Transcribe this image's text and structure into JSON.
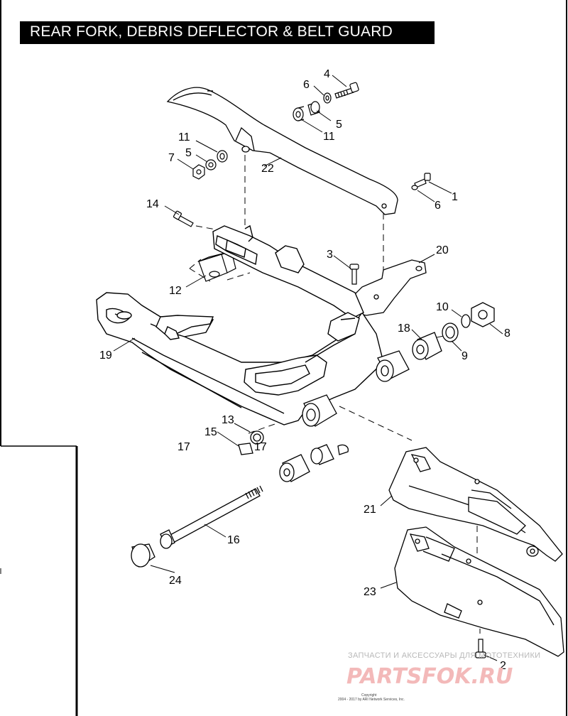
{
  "title": "REAR FORK, DEBRIS DEFLECTOR & BELT GUARD",
  "callouts": {
    "c1": "1",
    "c2": "2",
    "c3": "3",
    "c4": "4",
    "c5a": "5",
    "c5b": "5",
    "c6a": "6",
    "c6b": "6",
    "c7": "7",
    "c8": "8",
    "c9": "9",
    "c10": "10",
    "c11a": "11",
    "c11b": "11",
    "c12": "12",
    "c13": "13",
    "c14": "14",
    "c15": "15",
    "c16": "16",
    "c17a": "17",
    "c17b": "17",
    "c18": "18",
    "c19": "19",
    "c20": "20",
    "c21": "21",
    "c22": "22",
    "c23": "23",
    "c24": "24"
  },
  "watermark": {
    "caption": "ЗАПЧАСТИ И АКСЕССУАРЫ ДЛЯ МОТОТЕХНИКИ",
    "brand": "PARTSFOK.RU"
  },
  "copyright": {
    "line1": "Copyright",
    "line2": "2004 - 2017 by ARI Network Services, Inc."
  }
}
